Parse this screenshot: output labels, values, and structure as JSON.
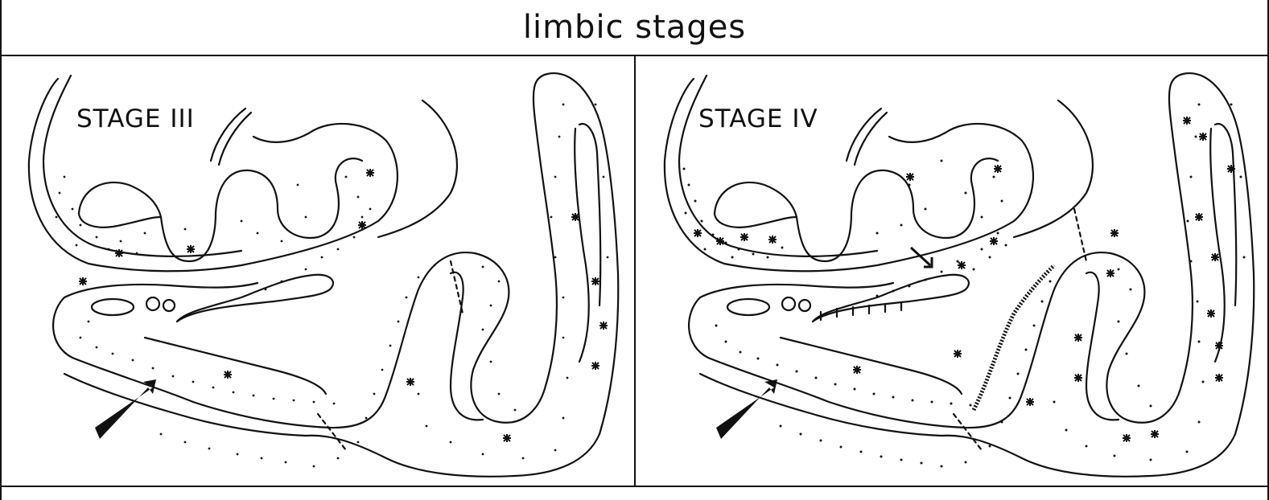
{
  "title": "limbic stages",
  "panels": [
    {
      "label": "STAGE III"
    },
    {
      "label": "STAGE IV"
    }
  ]
}
